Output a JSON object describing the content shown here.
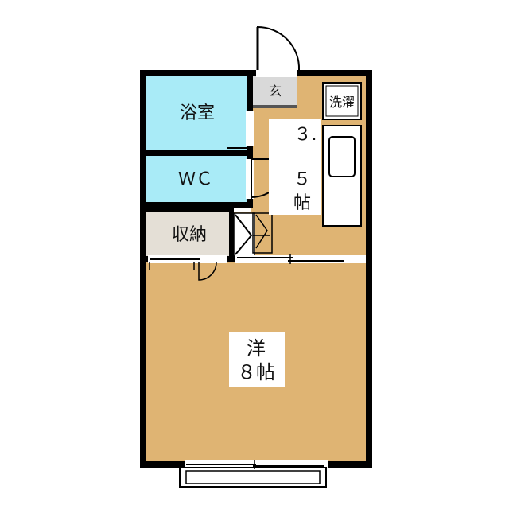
{
  "floorplan": {
    "rooms": {
      "bath": "浴室",
      "toilet": "ＷＣ",
      "storage": "収納",
      "entrance": "玄",
      "laundry": "洗濯",
      "kitchen_num_1": "３.",
      "kitchen_num_2": "５",
      "kitchen_unit": "帖",
      "western_room": "洋",
      "western_size": "８帖"
    },
    "colors": {
      "wall": "#000000",
      "floor": "#dfb473",
      "wet_area": "#a9ebf7",
      "storage_fill": "#e4dfd6",
      "entrance_fill": "#d9d9d9",
      "label_box": "#ffffff"
    }
  }
}
